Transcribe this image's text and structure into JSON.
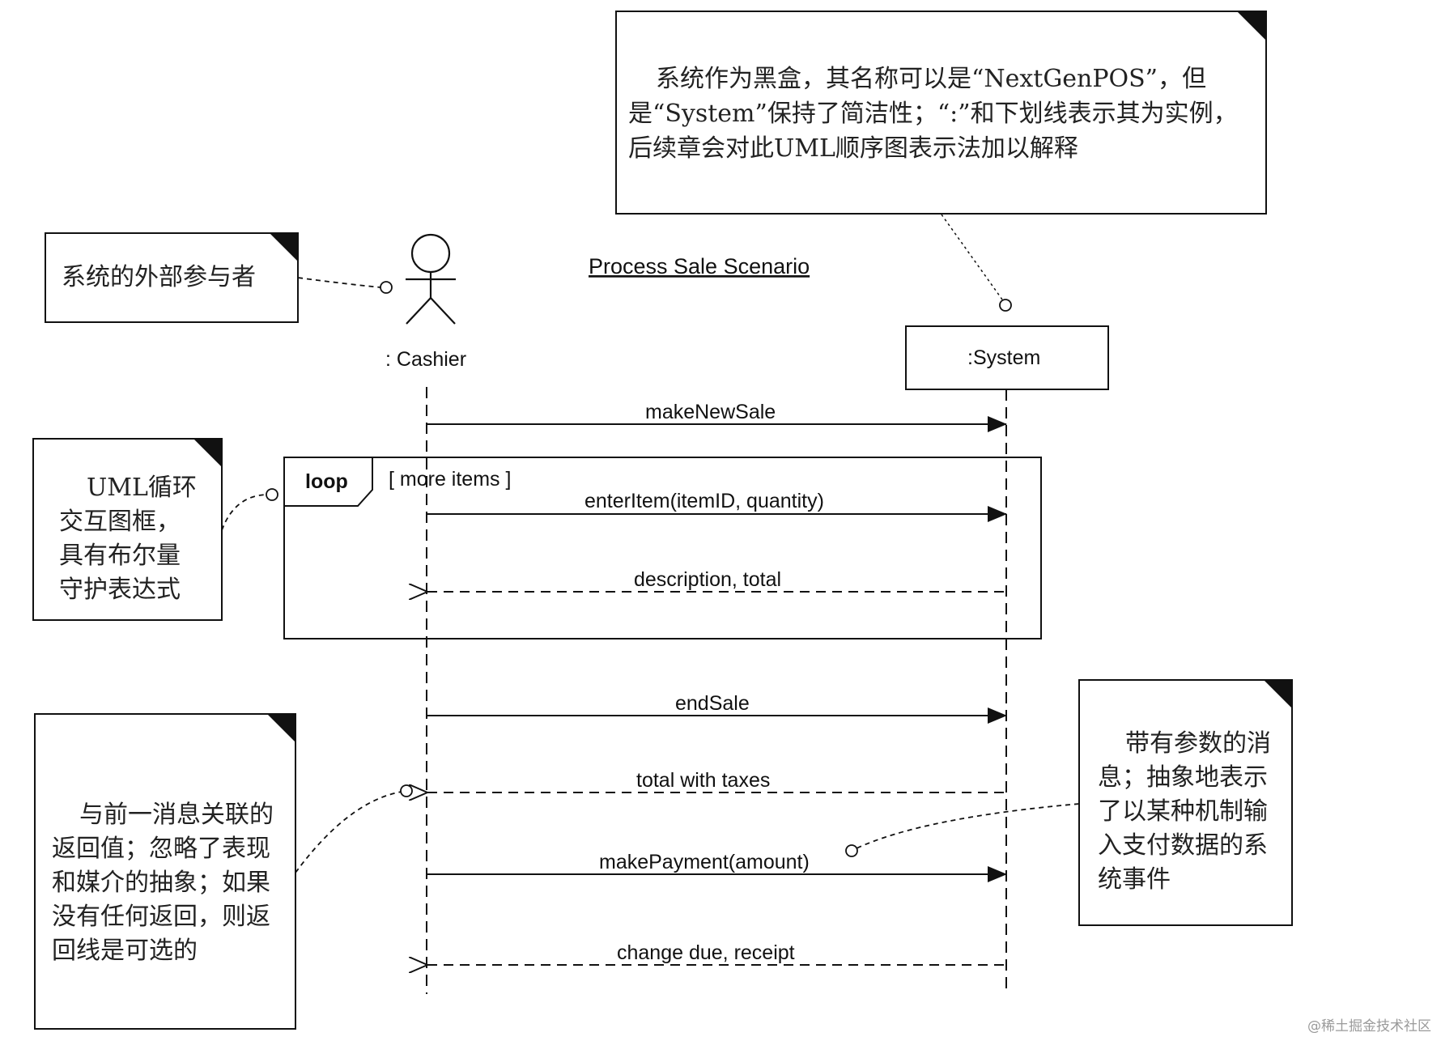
{
  "diagram": {
    "title": "Process Sale Scenario",
    "participants": {
      "actor_label": ": Cashier",
      "system_label": ":System"
    },
    "fragment": {
      "operator": "loop",
      "guard": "[ more items ]"
    },
    "messages": [
      {
        "label": "makeNewSale",
        "kind": "sync"
      },
      {
        "label": "enterItem(itemID, quantity)",
        "kind": "sync"
      },
      {
        "label": "description, total",
        "kind": "return"
      },
      {
        "label": "endSale",
        "kind": "sync"
      },
      {
        "label": "total with taxes",
        "kind": "return"
      },
      {
        "label": "makePayment(amount)",
        "kind": "sync"
      },
      {
        "label": "change due, receipt",
        "kind": "return"
      }
    ],
    "notes": {
      "top": "系统作为黑盒，其名称可以是“NextGenPOS”，但是“System”保持了简洁性；“:”和下划线表示其为实例，后续章会对此UML顺序图表示法加以解释",
      "actor": "系统的外部参与者",
      "loop": "UML循环交互图框，具有布尔量守护表达式",
      "return": "与前一消息关联的返回值；忽略了表现和媒介的抽象；如果没有任何返回，则返回线是可选的",
      "params": "带有参数的消息；抽象地表示了以某种机制输入支付数据的系统事件"
    },
    "watermark": "@稀土掘金技术社区"
  }
}
